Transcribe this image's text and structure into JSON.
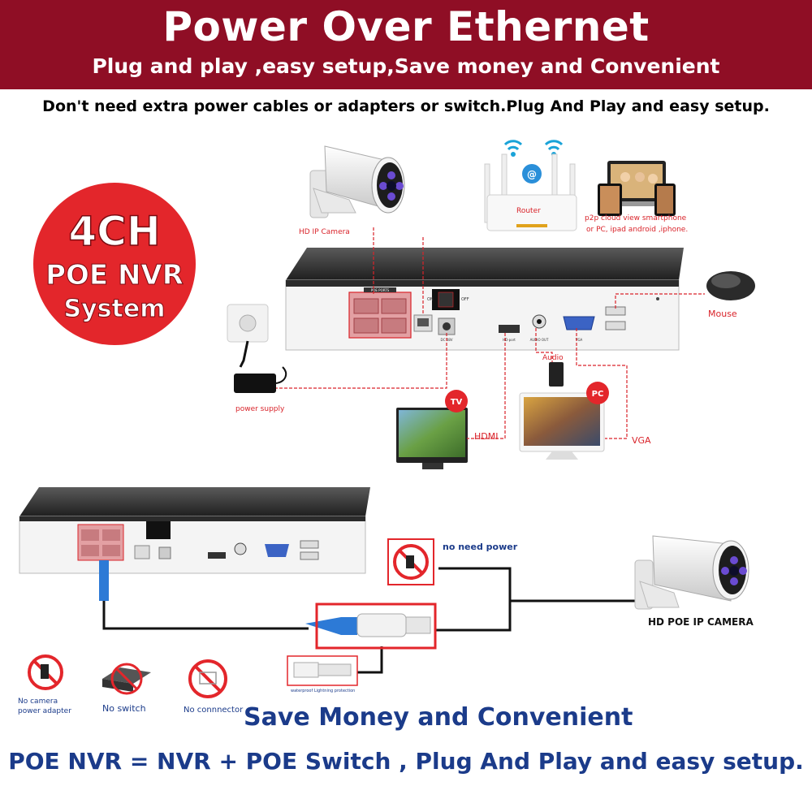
{
  "banner": {
    "title": "Power Over Ethernet",
    "subtitle": "Plug and play ,easy setup,Save money and Convenient"
  },
  "subtitle": "Don't need extra power cables or adapters or switch.Plug And Play and easy setup.",
  "badge": {
    "line1": "4CH",
    "line2": "POE NVR",
    "line3": "System"
  },
  "top_diagram": {
    "camera_label": "HD IP Camera",
    "router_label": "Router",
    "router_caption_line1": "p2p cloud  view smartphone",
    "router_caption_line2": "or PC, ipad android ,iphone.",
    "mouse_label": "Mouse",
    "power_label": "power supply",
    "audio_label": "Audio",
    "tv_badge": "TV",
    "pc_badge": "PC",
    "hdmi_label": "HDMI",
    "vga_label": "VGA",
    "poe_ports_label": "POE PORTS",
    "on_label": "ON",
    "off_label": "OFF",
    "dc_label": "DC 48V",
    "hd_port_label": "HD-port",
    "audio_out_label": "AUDIO OUT",
    "vga_port_label": "VGA"
  },
  "bottom_diagram": {
    "no_need_power": "no need power",
    "camera_label": "HD POE IP CAMERA",
    "protection_label": "waterproof Lightning protection",
    "icons": [
      {
        "label_line1": "No camera",
        "label_line2": "power adapter"
      },
      {
        "label_line1": "No switch",
        "label_line2": ""
      },
      {
        "label_line1": "No connnector",
        "label_line2": ""
      }
    ]
  },
  "footer": {
    "save_money": "Save Money and Convenient",
    "equation": "POE NVR = NVR + POE Switch , Plug And Play and easy setup."
  },
  "colors": {
    "banner": "#8f0e25",
    "accent_red": "#e3262b",
    "blue_text": "#1b3b8a",
    "line_red": "#d9232a"
  }
}
